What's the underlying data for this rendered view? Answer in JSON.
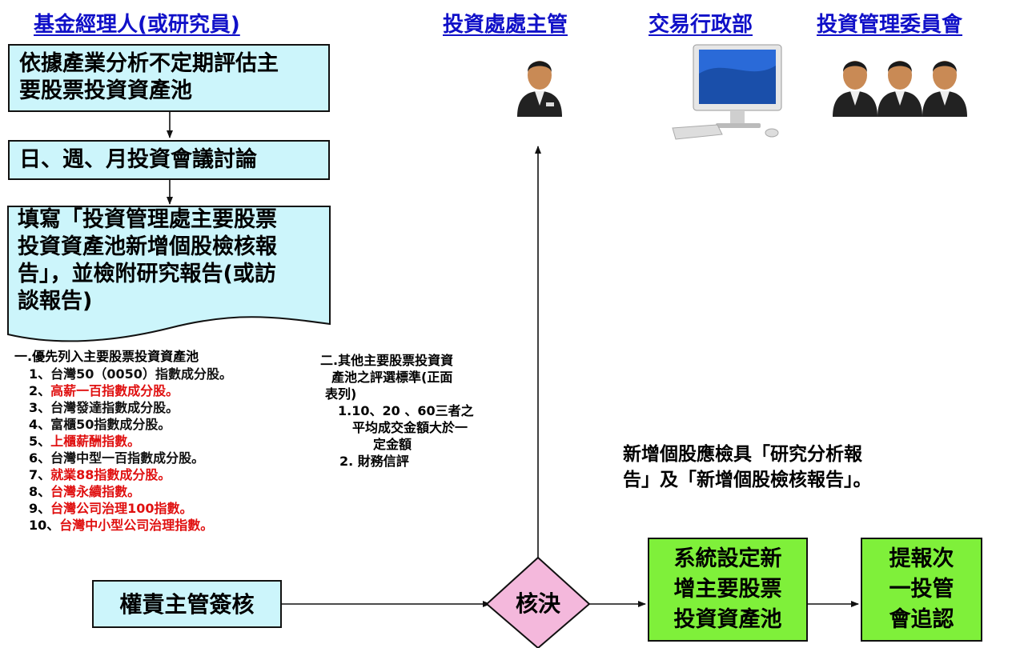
{
  "headers": {
    "fund_manager": "基金經理人(或研究員)",
    "supervisor": "投資處處主管",
    "trading": "交易行政部",
    "committee": "投資管理委員會"
  },
  "steps": {
    "evaluate": [
      "依據產業分析不定期評估主",
      "要股票投資資產池"
    ],
    "meeting": "日、週、月投資會議討論",
    "report": [
      "填寫「投資管理處主要股票",
      "投資資產池新增個股檢核報",
      "告」，並檢附研究報告(或訪",
      "談報告)"
    ],
    "approve_mgr": "權責主管簽核",
    "decision": "核決",
    "system": [
      "系統設定新",
      "增主要股票",
      "投資資產池"
    ],
    "report_next": [
      "提報次",
      "一投管",
      "會追認"
    ]
  },
  "criteria_one": {
    "title": "一.優先列入主要股票投資資產池",
    "items": [
      {
        "num": "1、",
        "text": "台灣50（0050）指數成分股。",
        "color": "#111111"
      },
      {
        "num": "2、",
        "text": "高薪一百指數成分股。",
        "color": "#e01010"
      },
      {
        "num": "3、",
        "text": "台灣發達指數成分股。",
        "color": "#111111"
      },
      {
        "num": "4、",
        "text": "富櫃50指數成分股。",
        "color": "#111111"
      },
      {
        "num": "5、",
        "text": "上櫃薪酬指數。",
        "color": "#e01010"
      },
      {
        "num": "6、",
        "text": "台灣中型一百指數成分股。",
        "color": "#111111"
      },
      {
        "num": "7、",
        "text": "就業88指數成分股。",
        "color": "#e01010"
      },
      {
        "num": "8、",
        "text": "台灣永續指數。",
        "color": "#e01010"
      },
      {
        "num": "9、",
        "text": "台灣公司治理100指數。",
        "color": "#e01010"
      },
      {
        "num": "10、",
        "text": "台灣中小型公司治理指數。",
        "color": "#e01010"
      }
    ]
  },
  "criteria_two": {
    "lines": [
      "二.其他主要股票投資資",
      "產池之評選標準(正面",
      "表列)",
      "1.10、20 、60三者之",
      "平均成交金額大於一",
      "定金額",
      "2. 財務信評"
    ]
  },
  "note": [
    "新增個股應檢具「研究分析報",
    "告」及「新增個股檢核報告」。"
  ],
  "colors": {
    "header_blue": "#1010c8",
    "cyan_box": "#ccf5fb",
    "green_box": "#7ff03a",
    "diamond_pink": "#f4b8dc",
    "emphasis_red": "#e01010"
  }
}
